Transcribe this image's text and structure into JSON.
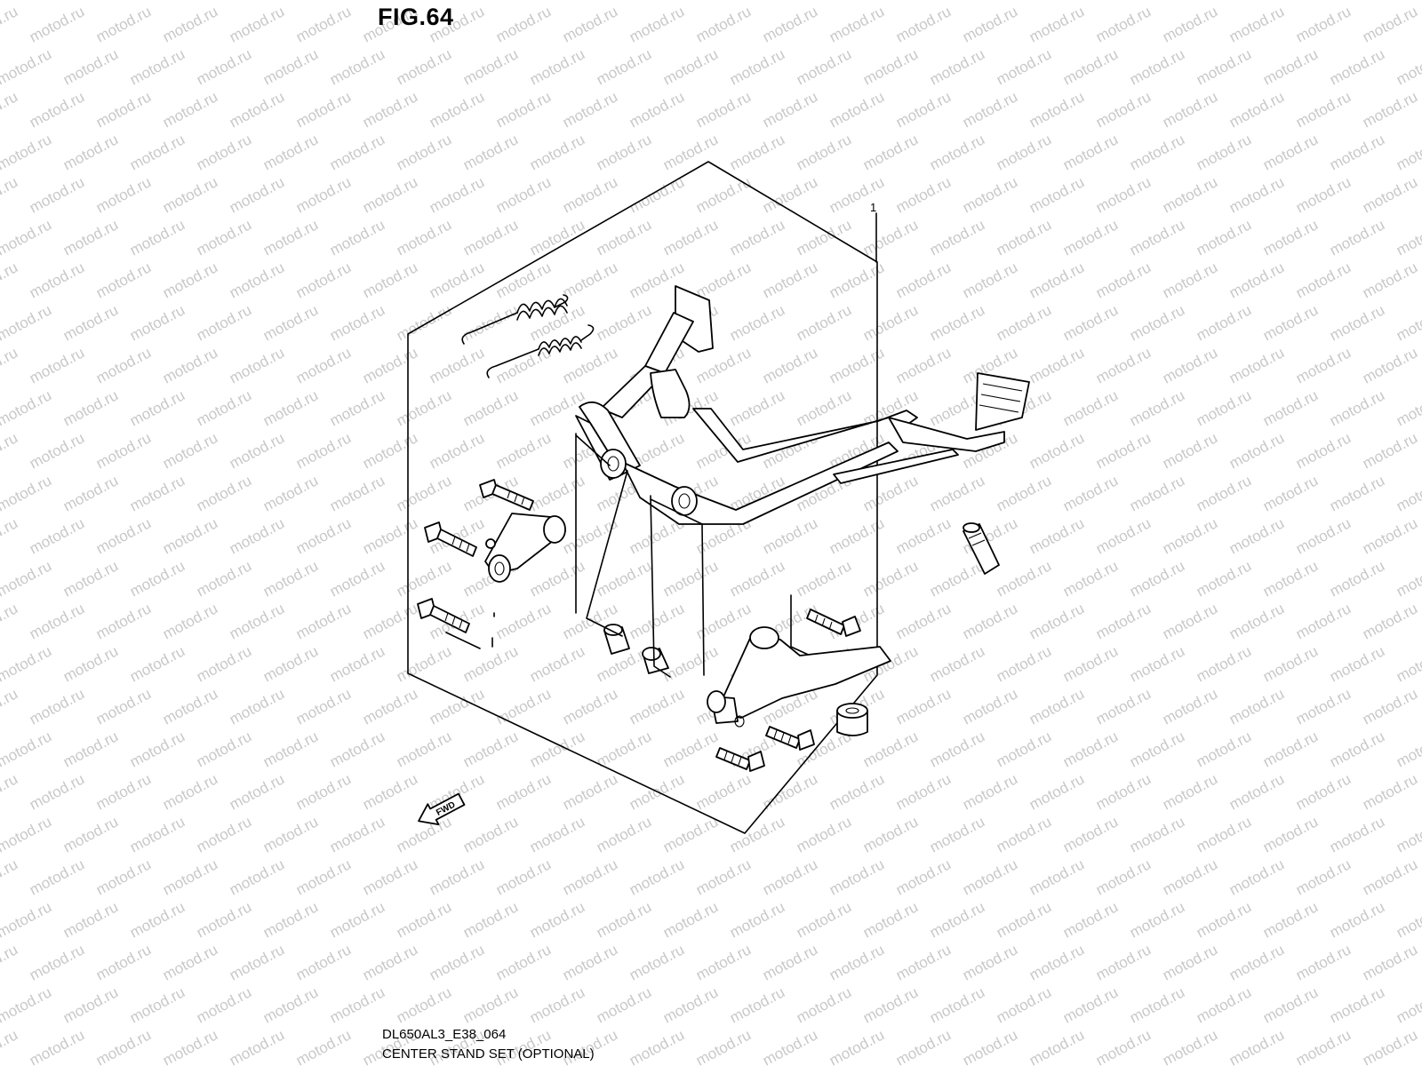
{
  "figure": {
    "title": "FIG.64",
    "drawing_code": "DL650AL3_E38_064",
    "caption": "CENTER STAND SET (OPTIONAL)"
  },
  "callouts": [
    {
      "label": "1"
    }
  ],
  "direction_marker": {
    "label": "FWD",
    "icon": "forward-arrow-icon"
  },
  "watermark": {
    "text": "motod.ru",
    "color": "#c8c8c8"
  }
}
